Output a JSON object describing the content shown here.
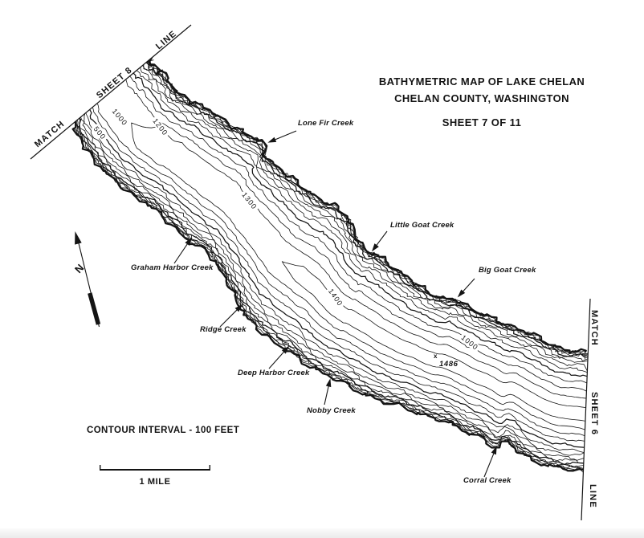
{
  "title": {
    "line1": "BATHYMETRIC MAP OF LAKE CHELAN",
    "line2": "CHELAN COUNTY, WASHINGTON",
    "line3": "SHEET 7 OF 11"
  },
  "match_lines": {
    "top_left": {
      "match": "MATCH",
      "sheet": "SHEET 8",
      "line": "LINE"
    },
    "right": {
      "match": "MATCH",
      "sheet": "SHEET 6",
      "line": "LINE"
    }
  },
  "north_label": "N",
  "legend": {
    "contour_interval": "CONTOUR INTERVAL - 100 FEET",
    "scale_label": "1 MILE"
  },
  "creeks": [
    {
      "name": "Lone Fir Creek"
    },
    {
      "name": "Little Goat Creek"
    },
    {
      "name": "Big Goat Creek"
    },
    {
      "name": "Graham Harbor Creek"
    },
    {
      "name": "Ridge Creek"
    },
    {
      "name": "Deep Harbor Creek"
    },
    {
      "name": "Nobby Creek"
    },
    {
      "name": "Corral Creek"
    }
  ],
  "contour_labels": [
    {
      "value": "500"
    },
    {
      "value": "1000"
    },
    {
      "value": "1200"
    },
    {
      "value": "1300"
    },
    {
      "value": "1400"
    },
    {
      "value": "1000"
    }
  ],
  "max_depth": {
    "marker": "x",
    "value": "1486"
  },
  "colors": {
    "ink": "#141414",
    "paper": "#ffffff"
  }
}
